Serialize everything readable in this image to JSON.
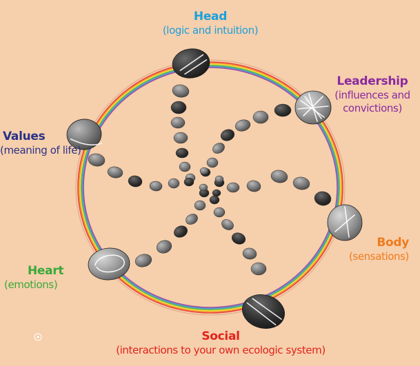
{
  "colors": {
    "background": "#f6cfac",
    "head": "#1aa0dc",
    "leadership": "#8a2aa0",
    "values": "#2a3288",
    "body": "#ee7c1e",
    "heart": "#3aa93a",
    "social": "#e2231a",
    "stone_light": "#9a9a9a",
    "stone_dark": "#3b3b3b"
  },
  "labels": {
    "head": {
      "title": "Head",
      "subtitle": "(logic and intuition)"
    },
    "leadership": {
      "title": "Leadership",
      "subtitle_line1": "(influences and",
      "subtitle_line2": "convictions)"
    },
    "values": {
      "title": "Values",
      "subtitle": "(meaning of life)"
    },
    "body": {
      "title": "Body",
      "subtitle": "(sensations)"
    },
    "heart": {
      "title": "Heart",
      "subtitle": "(emotions)"
    },
    "social": {
      "title": "Social",
      "subtitle": "(interactions to your own ecologic system)"
    }
  },
  "rainbow_colors": [
    "#e8252a",
    "#f28c1c",
    "#f4e11c",
    "#3bb34a",
    "#2a8fd6",
    "#8a3aa0"
  ]
}
